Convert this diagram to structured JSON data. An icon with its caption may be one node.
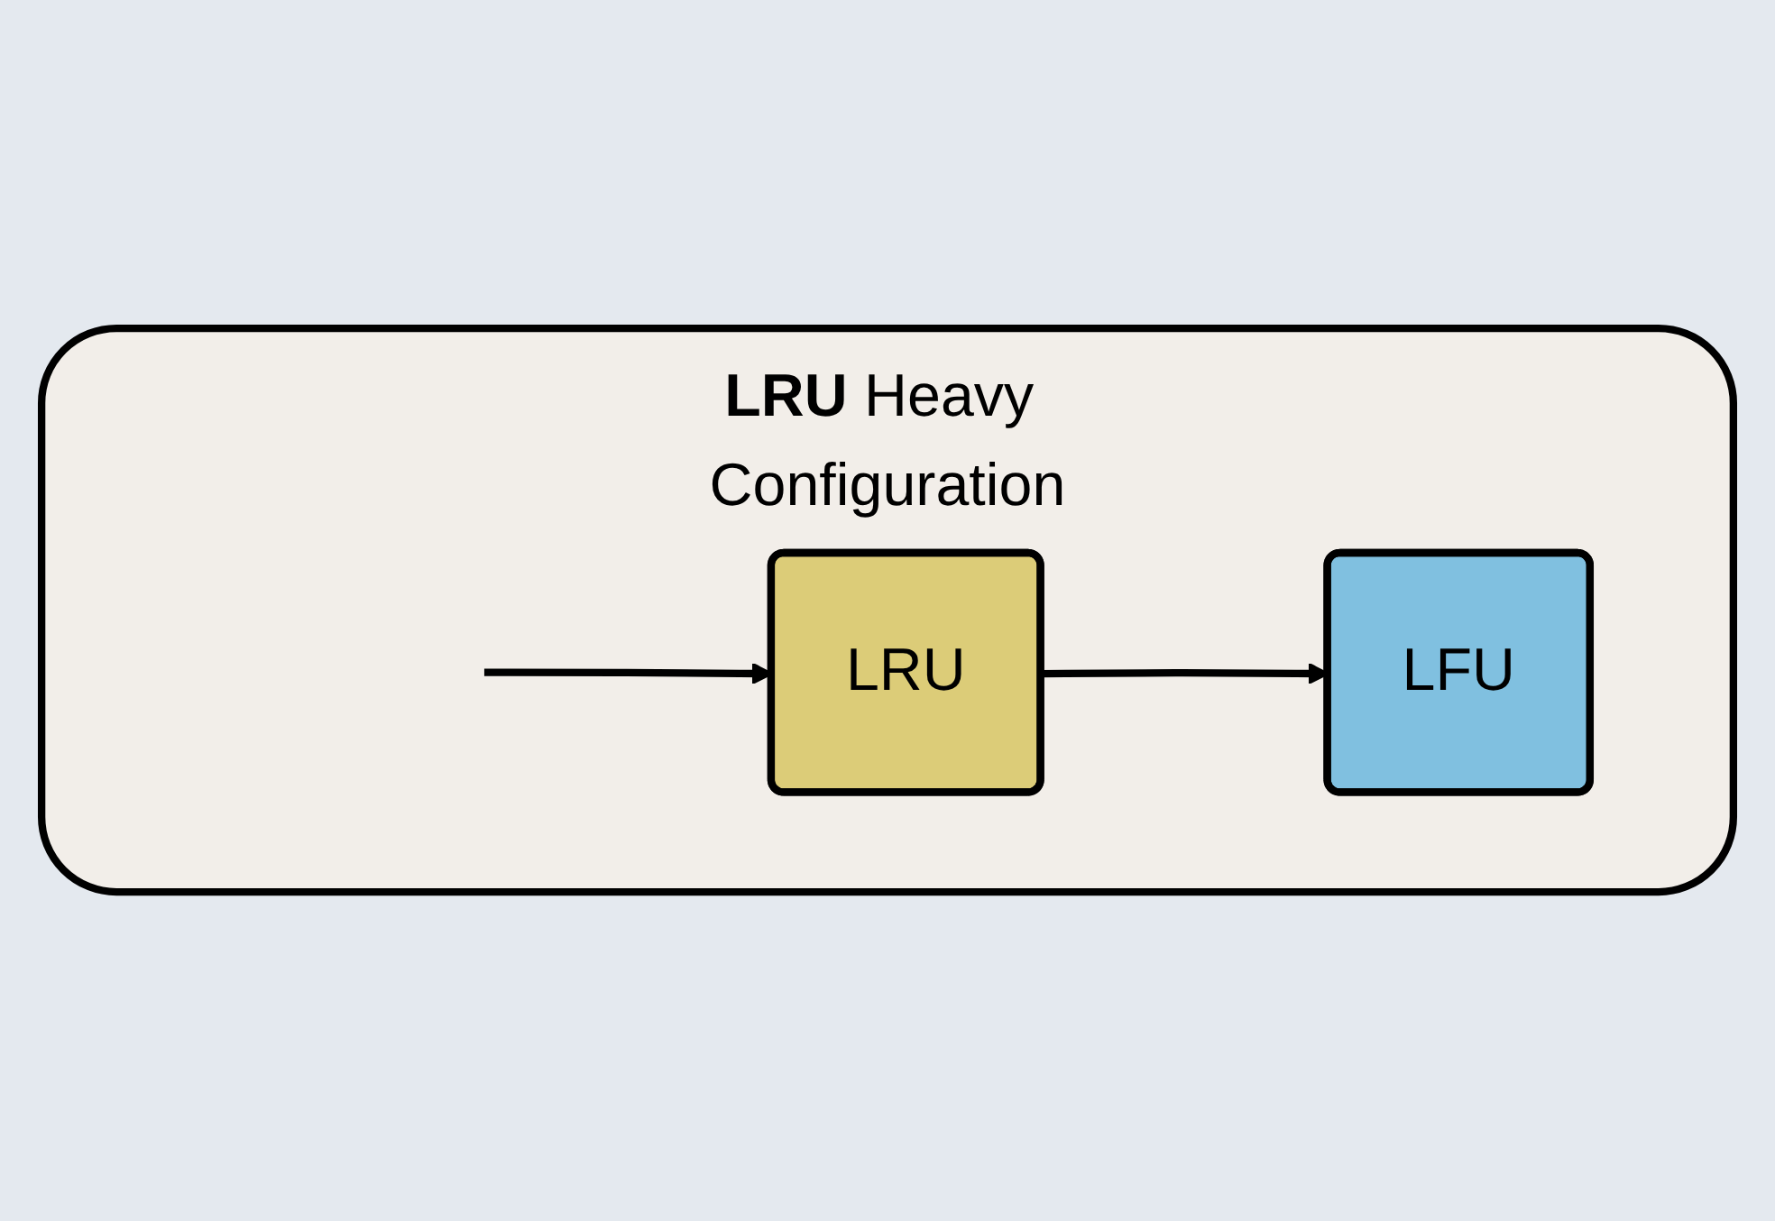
{
  "diagram": {
    "nodes": [
      {
        "text": [
          "**LRU** Heavy Configuration"
        ]
      },
      {
        "text": [
          "LRU"
        ],
        "in": 0
      },
      {
        "text": [
          "LFU"
        ],
        "in": 0
      }
    ],
    "edges": [
      {
        "from": null,
        "to": 1,
        "arrow": "to"
      },
      {
        "from": 1,
        "to": 2,
        "arrow": "to"
      }
    ]
  }
}
